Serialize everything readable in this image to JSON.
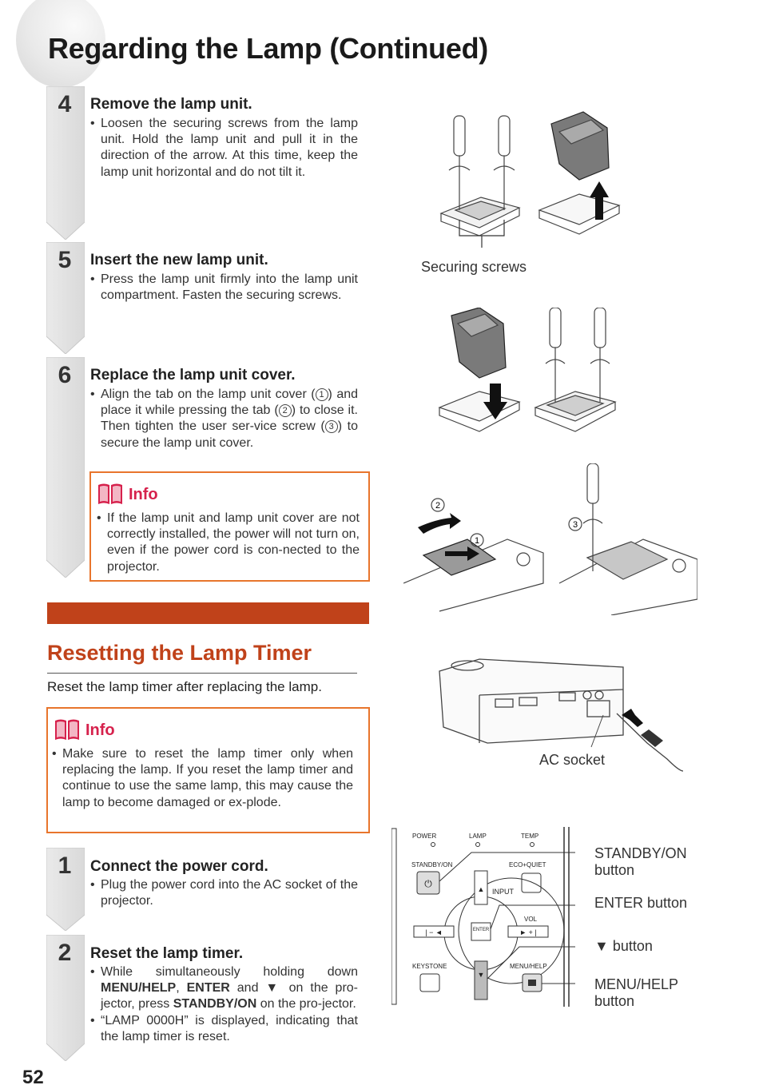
{
  "page": {
    "title": "Regarding the Lamp (Continued)",
    "page_number": "52"
  },
  "lamp_steps": [
    {
      "num": "4",
      "head": "Remove the lamp unit.",
      "bullets": [
        "Loosen the securing screws from the lamp unit. Hold the lamp unit and pull it in the direction of the arrow. At this time, keep the lamp unit horizontal and do not tilt it."
      ]
    },
    {
      "num": "5",
      "head": "Insert the new lamp unit.",
      "bullets": [
        "Press the lamp unit firmly into the lamp unit compartment. Fasten the securing screws."
      ]
    },
    {
      "num": "6",
      "head": "Replace the lamp unit cover.",
      "b1": "Align the tab on the lamp unit cover (",
      "n1": "1",
      "b2": ") and place it while pressing the tab (",
      "n2": "2",
      "b3": ") to close it. Then tighten the user ser-vice screw (",
      "n3": "3",
      "b4": ") to secure the lamp unit cover."
    }
  ],
  "info1": {
    "title": "Info",
    "text": "If the lamp unit and lamp unit cover are not correctly installed, the power will not turn on, even if the power cord is con-nected to the projector."
  },
  "section": {
    "title": "Resetting the Lamp Timer",
    "intro": "Reset the lamp timer after replacing the lamp."
  },
  "info2": {
    "title": "Info",
    "text": "Make sure to reset the lamp timer only when replacing the lamp. If you reset the lamp timer and continue to use the same lamp, this may cause the lamp to become damaged or ex-plode."
  },
  "reset_steps": [
    {
      "num": "1",
      "head": "Connect the power cord.",
      "text": "Plug the power cord into the AC socket of the projector."
    },
    {
      "num": "2",
      "head": "Reset the lamp timer.",
      "p1": "While simultaneously holding down ",
      "k1": "MENU/HELP",
      "sep": ", ",
      "k2": "ENTER",
      "p2": " and ▼ on the pro-jector, press ",
      "k3": "STANDBY/ON",
      "p3": " on the pro-jector.",
      "text2": "“LAMP 0000H” is displayed, indicating that the lamp timer is reset."
    }
  ],
  "figures": {
    "securing_screws": "Securing screws",
    "ac_socket": "AC socket",
    "markers": [
      "2",
      "1",
      "3"
    ],
    "panel": {
      "power": "POWER",
      "lamp": "LAMP",
      "temp": "TEMP",
      "standby": "STANDBY/ON",
      "eco": "ECO+QUIET",
      "input": "INPUT",
      "vol": "VOL",
      "enter": "ENTER",
      "keystone": "KEYSTONE",
      "menu": "MENU/HELP",
      "minus_key": "| − ◄",
      "plus_key": "► + |"
    },
    "labels": {
      "standby1": "STANDBY/ON",
      "standby2": "button",
      "enter": "ENTER button",
      "down": "▼ button",
      "menu1": "MENU/HELP",
      "menu2": "button"
    }
  },
  "bullet": "•"
}
